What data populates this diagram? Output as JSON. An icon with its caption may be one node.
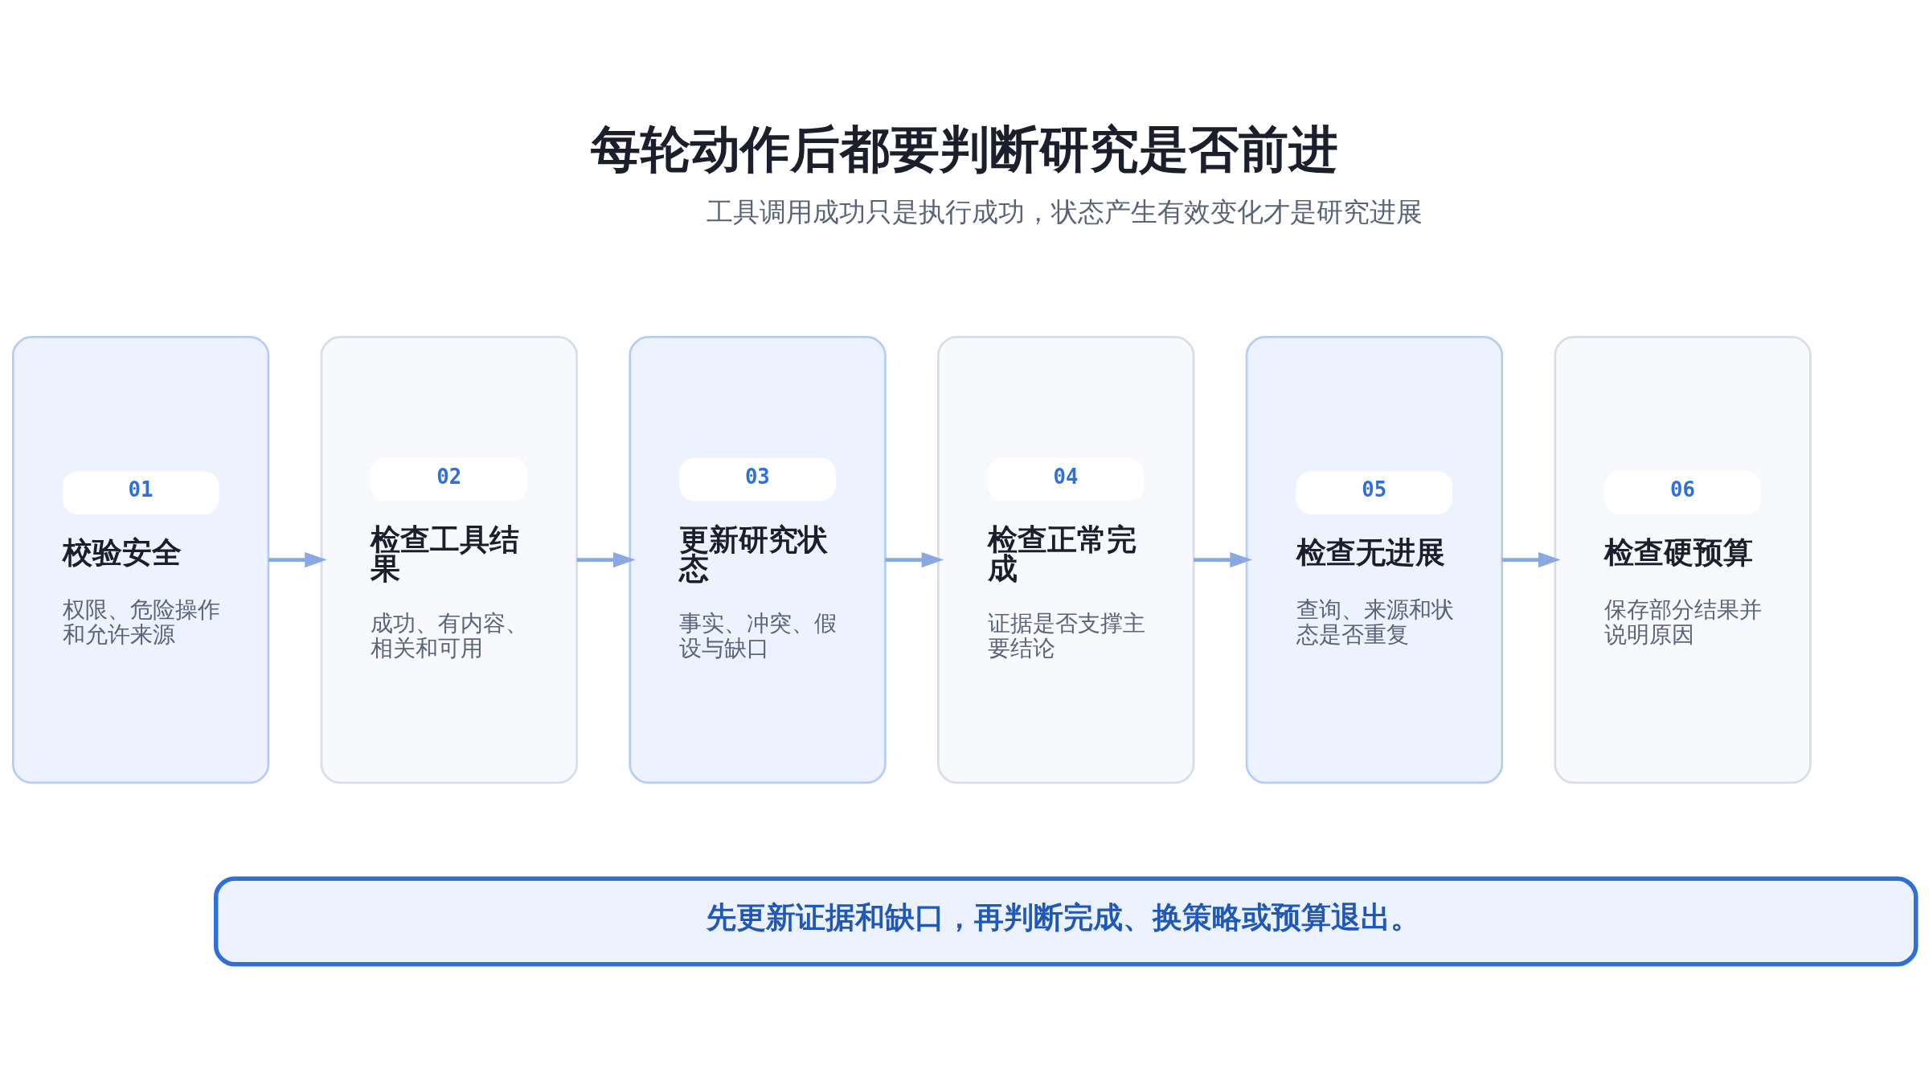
{
  "diagram": {
    "title": "每轮动作后都要判断研究是否前进",
    "nodes": [
      {
        "text": [
          "01",
          "校验安全",
          "权限、危险操作和允许来源"
        ]
      },
      {
        "text": [
          "02",
          "检查工具结果",
          "成功、有内容、相关和可用"
        ]
      },
      {
        "text": [
          "03",
          "更新研究状态",
          "事实、冲突、假设与缺口"
        ]
      },
      {
        "text": [
          "04",
          "检查正常完成",
          "证据是否支撑主要结论"
        ]
      },
      {
        "text": [
          "05",
          "检查无进展",
          "查询、来源和状态是否重复"
        ]
      },
      {
        "text": [
          "06",
          "检查硬预算",
          "保存部分结果并说明原因"
        ]
      },
      {
        "text": [
          "先更新证据和缺口，再判断完成、换策略或预算退出。"
        ]
      }
    ],
    "edges": [
      {
        "from": 0,
        "to": 1,
        "arrow": "to"
      },
      {
        "from": 1,
        "to": 2,
        "arrow": "to"
      },
      {
        "from": 2,
        "to": 3,
        "arrow": "to"
      },
      {
        "from": 3,
        "to": 4,
        "arrow": "to"
      },
      {
        "from": 4,
        "to": 5,
        "arrow": "to"
      }
    ],
    "labels": [
      "工具调用成功只是执行成功，状态产生有效变化才是研究进展"
    ]
  }
}
